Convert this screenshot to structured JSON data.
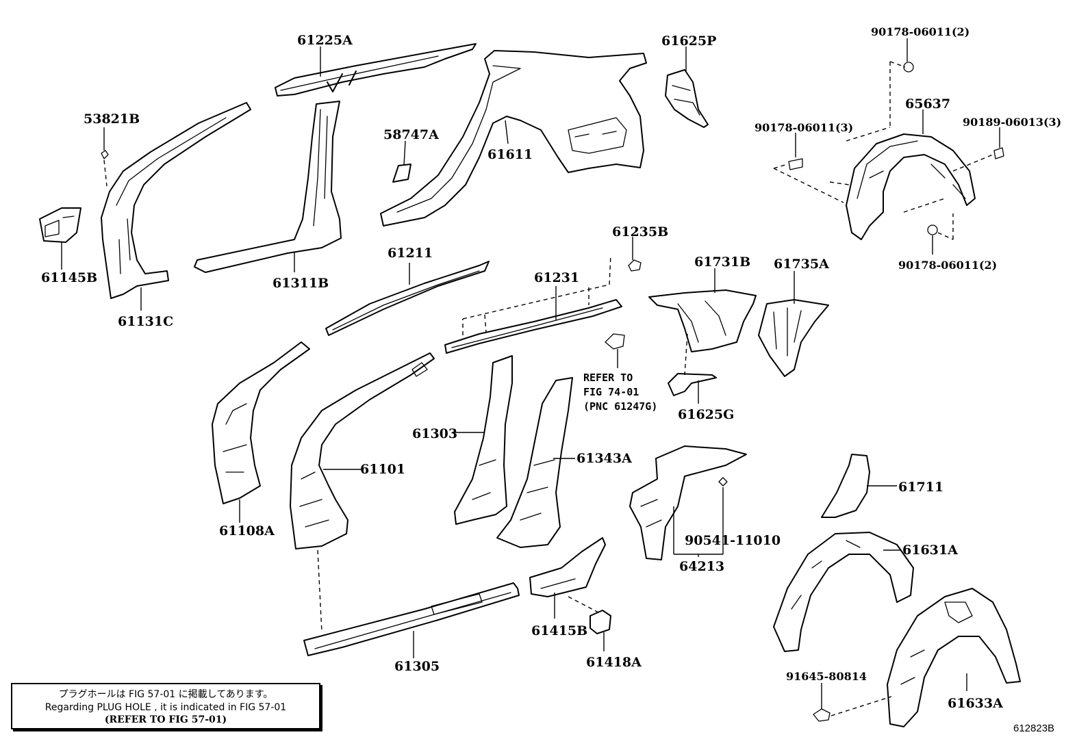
{
  "parts": [
    {
      "id": "p61225a",
      "label": "61225A"
    },
    {
      "id": "p61625p",
      "label": "61625P"
    },
    {
      "id": "p53821b",
      "label": "53821B"
    },
    {
      "id": "p58747a",
      "label": "58747A"
    },
    {
      "id": "p61611",
      "label": "61611"
    },
    {
      "id": "p61145b",
      "label": "61145B"
    },
    {
      "id": "p61311b",
      "label": "61311B"
    },
    {
      "id": "p61131c",
      "label": "61131C"
    },
    {
      "id": "p61211",
      "label": "61211"
    },
    {
      "id": "p61231",
      "label": "61231"
    },
    {
      "id": "p61235b",
      "label": "61235B"
    },
    {
      "id": "p61731b",
      "label": "61731B"
    },
    {
      "id": "p61735a",
      "label": "61735A"
    },
    {
      "id": "p65637",
      "label": "65637"
    },
    {
      "id": "p90178a",
      "label": "90178-06011(2)"
    },
    {
      "id": "p90178b",
      "label": "90178-06011(3)"
    },
    {
      "id": "p90189",
      "label": "90189-06013(3)"
    },
    {
      "id": "p90178c",
      "label": "90178-06011(2)"
    },
    {
      "id": "p61303",
      "label": "61303"
    },
    {
      "id": "p61101",
      "label": "61101"
    },
    {
      "id": "p61343a",
      "label": "61343A"
    },
    {
      "id": "p61625g",
      "label": "61625G"
    },
    {
      "id": "p61108a",
      "label": "61108A"
    },
    {
      "id": "p61711",
      "label": "61711"
    },
    {
      "id": "p90541",
      "label": "90541-11010"
    },
    {
      "id": "p64213",
      "label": "64213"
    },
    {
      "id": "p61631a",
      "label": "61631A"
    },
    {
      "id": "p61415b",
      "label": "61415B"
    },
    {
      "id": "p61418a",
      "label": "61418A"
    },
    {
      "id": "p61305",
      "label": "61305"
    },
    {
      "id": "p91645",
      "label": "91645-80814"
    },
    {
      "id": "p61633a",
      "label": "61633A"
    }
  ],
  "refer": {
    "line1": "REFER TO",
    "line2": "FIG 74-01",
    "line3": "(PNC 61247G)"
  },
  "note": {
    "line1": "プラグホールは FIG 57-01 に掲載してあります。",
    "line2": "Regarding  PLUG  HOLE , it is indicated in FIG  57-01",
    "line3": "(REFER TO FIG 57-01)"
  },
  "drawing_number": "612823B"
}
